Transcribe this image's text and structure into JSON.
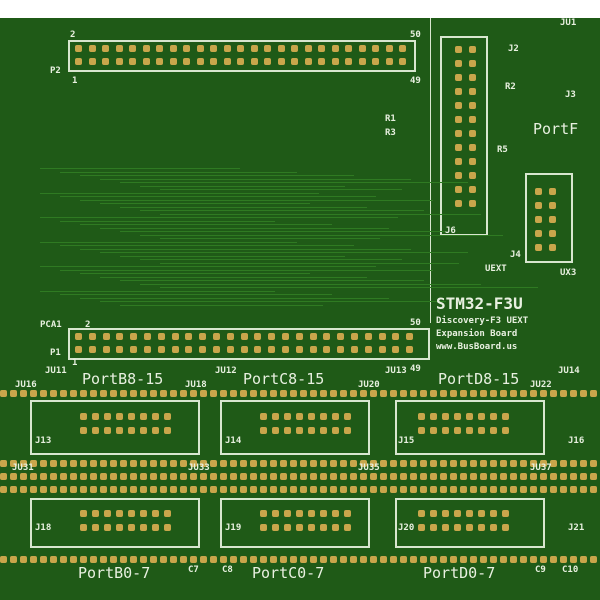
{
  "board": {
    "colors": {
      "solder_mask": "#1f5a17",
      "pads": "#c9a64b",
      "silkscreen": "#e8f0e0"
    },
    "title": "STM32-F3U",
    "subtitle": "Discovery-F3 UEXT",
    "subtitle2": "Expansion Board",
    "url": "www.BusBoard.us",
    "headers": {
      "p2": "P2",
      "p2_pin2": "2",
      "p2_pin50": "50",
      "p2_pin1": "1",
      "p2_pin49": "49",
      "p1": "P1",
      "p1_pin2": "2",
      "p1_pin50": "50",
      "p1_pin1": "1",
      "p1_pin49": "49",
      "pca1": "PCA1"
    },
    "ports_top": [
      "PortB8-15",
      "PortC8-15",
      "PortD8-15"
    ],
    "ports_bottom": [
      "PortB0-7",
      "PortC0-7",
      "PortD0-7"
    ],
    "port_f": "PortF",
    "connectors": [
      "J13",
      "J14",
      "J15",
      "J16",
      "J18",
      "J19",
      "J20",
      "J21"
    ],
    "jumpers": [
      "JU31",
      "JU33",
      "JU35",
      "JU37"
    ],
    "jumpers_top": [
      "JU11",
      "JU12",
      "JU13",
      "JU14",
      "JU16",
      "JU18",
      "JU20",
      "JU22"
    ],
    "caps": [
      "C7",
      "C8",
      "C9",
      "C10"
    ],
    "right_parts": [
      "J2",
      "R2",
      "R5",
      "J3",
      "J4",
      "J6",
      "JU1",
      "UEXT",
      "UX3",
      "R1",
      "R3"
    ]
  }
}
